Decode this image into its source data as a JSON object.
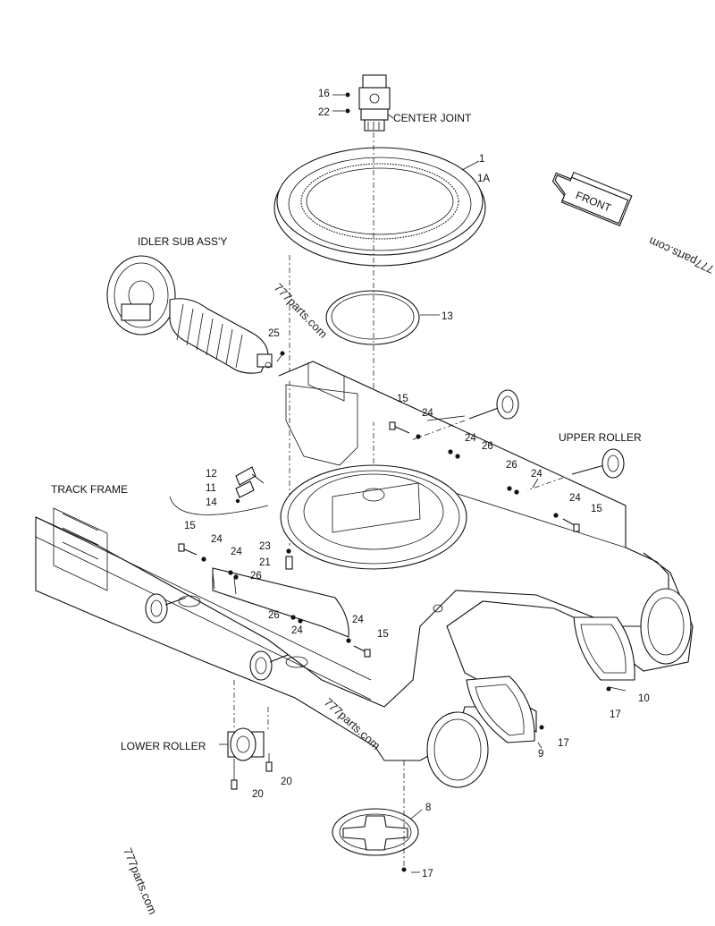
{
  "labels": {
    "center_joint": "CENTER JOINT",
    "idler_sub_assy": "IDLER SUB ASS'Y",
    "upper_roller": "UPPER ROLLER",
    "track_frame": "TRACK FRAME",
    "lower_roller": "LOWER ROLLER",
    "front": "FRONT"
  },
  "watermark": "777parts.com",
  "callouts": {
    "n16": "16",
    "n22": "22",
    "n1": "1",
    "n1a": "1A",
    "n13": "13",
    "n25": "25",
    "n15a": "15",
    "n24a": "24",
    "n24b": "24",
    "n26a": "26",
    "n26b": "26",
    "n24c": "24",
    "n24d": "24",
    "n15b": "15",
    "n12": "12",
    "n11": "11",
    "n14": "14",
    "n15c": "15",
    "n24e": "24",
    "n24f": "24",
    "n26c": "26",
    "n23": "23",
    "n21": "21",
    "n26d": "26",
    "n24g": "24",
    "n24h": "24",
    "n15d": "15",
    "n10": "10",
    "n17a": "17",
    "n17b": "17",
    "n9": "9",
    "n20a": "20",
    "n20b": "20",
    "n8": "8",
    "n17c": "17"
  }
}
